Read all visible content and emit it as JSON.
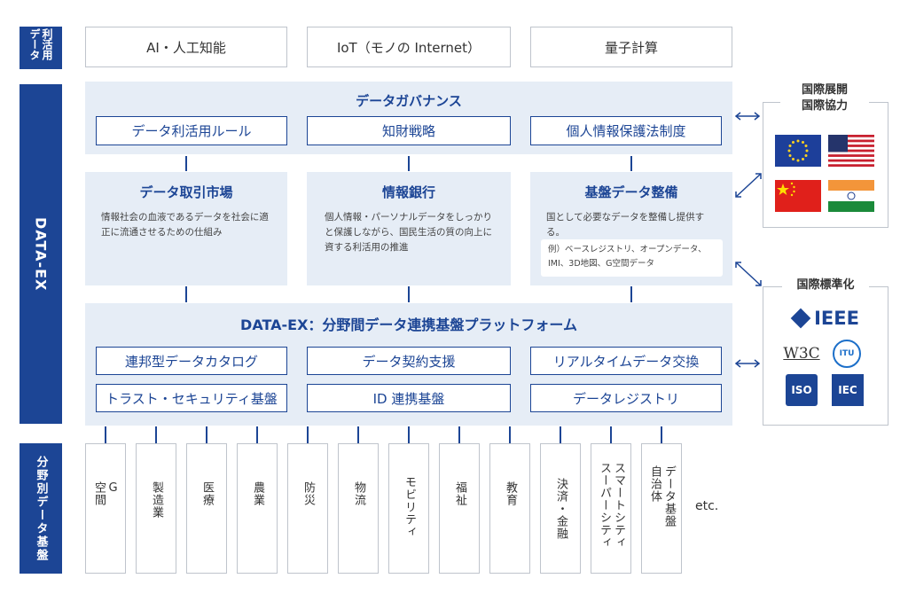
{
  "left_labels": {
    "top": "利活用データ",
    "middle": "DATA-EX",
    "bottom": "分野別データ基盤"
  },
  "use_cases": [
    "AI・人工知能",
    "IoT（モノの Internet）",
    "量子計算"
  ],
  "governance": {
    "title": "データガバナンス",
    "items": [
      "データ利活用ルール",
      "知財戦略",
      "個人情報保護法制度"
    ]
  },
  "markets": [
    {
      "title": "データ取引市場",
      "desc": "情報社会の血液であるデータを社会に適正に流通させるための仕組み"
    },
    {
      "title": "情報銀行",
      "desc": "個人情報・パーソナルデータをしっかりと保護しながら、国民生活の質の向上に資する利活用の推進"
    },
    {
      "title": "基盤データ整備",
      "desc": "国として必要なデータを整備し提供する。",
      "example": "例）ベースレジストリ、オープンデータ、IMI、3D地図、G空間データ"
    }
  ],
  "platform": {
    "title": "DATA-EX：分野間データ連携基盤プラットフォーム",
    "items": [
      "連邦型データカタログ",
      "データ契約支援",
      "リアルタイムデータ交換",
      "トラスト・セキュリティ基盤",
      "ID 連携基盤",
      "データレジストリ"
    ]
  },
  "international": {
    "expansion_title_1": "国際展開",
    "expansion_title_2": "国際協力",
    "standard_title": "国際標準化",
    "logos": {
      "ieee": "IEEE",
      "w3c": "W3C",
      "itu": "ITU",
      "iso": "ISO",
      "iec": "IEC"
    }
  },
  "fields": [
    "G空間",
    "製造業",
    "医療",
    "農業",
    "防災",
    "物流",
    "モビリティ",
    "福祉",
    "教育",
    "決済・金融",
    "スーパーシティスマートシティ",
    "自治体データ基盤"
  ],
  "field_columns": [
    [
      "G",
      "空間"
    ],
    [
      "製造業"
    ],
    [
      "医療"
    ],
    [
      "農業"
    ],
    [
      "防災"
    ],
    [
      "物流"
    ],
    [
      "モビリティ"
    ],
    [
      "福祉"
    ],
    [
      "教育"
    ],
    [
      "決済・金融"
    ],
    [
      "スーパーシティ",
      "スマートシティ"
    ],
    [
      "自治体",
      "データ基盤"
    ]
  ],
  "etc": "etc.",
  "colors": {
    "navy": "#1c4595",
    "panel": "#e6edf6",
    "border": "#bfc4cc"
  }
}
